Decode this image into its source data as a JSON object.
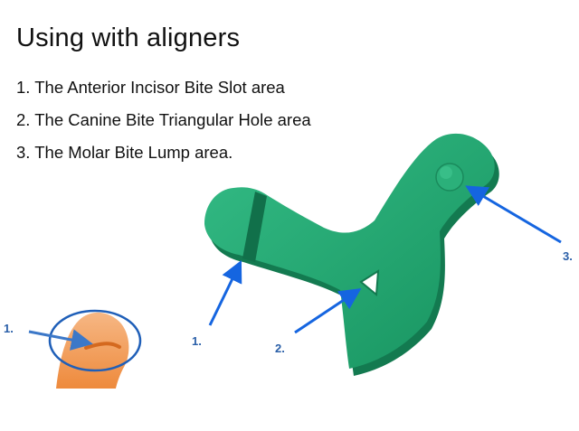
{
  "slide": {
    "title": "Using with aligners",
    "items": [
      "1. The Anterior Incisor Bite Slot area",
      "2. The Canine Bite Triangular Hole area",
      "3. The Molar Bite Lump area."
    ]
  },
  "callouts": {
    "small_image": "1.",
    "slot": "1.",
    "hole": "2.",
    "lump": "3."
  },
  "colors": {
    "device_green": "#1fa572",
    "arrow_blue": "#1565e0",
    "label_blue": "#2a5fa8",
    "orange": "#f39a4e"
  }
}
